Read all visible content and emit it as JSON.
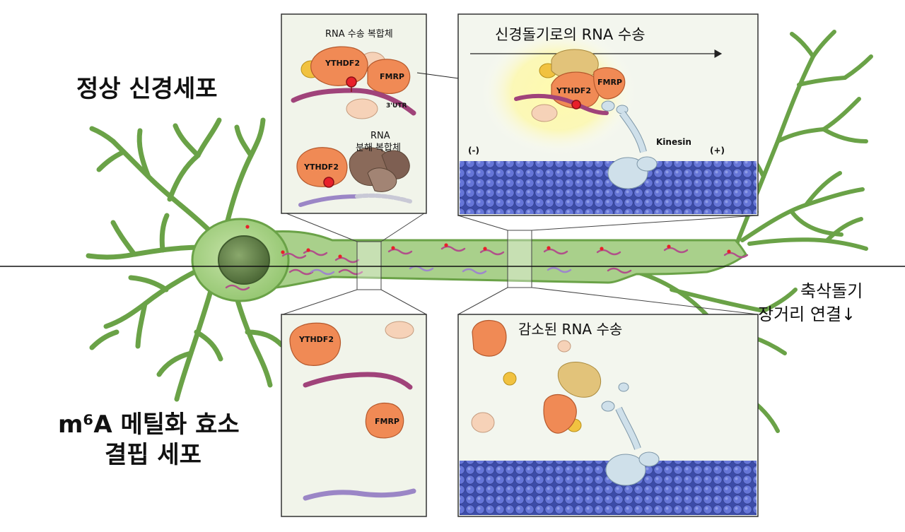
{
  "labels": {
    "normal_neuron": "정상 신경세포",
    "knockout_line1": "m⁶A 메틸화 효소",
    "knockout_line2": "결핍 세포",
    "axon_line1": "축삭돌기",
    "axon_line2": "장거리 연결↓"
  },
  "panel_top_left": {
    "transport_complex": "RNA 수송 복합체",
    "ythdf2": "YTHDF2",
    "fmrp": "FMRP",
    "utr": "3'UTR",
    "decay_line1": "RNA",
    "decay_line2": "분해 복합체",
    "ythdf2_b": "YTHDF2"
  },
  "panel_top_right": {
    "title": "신경돌기로의 RNA 수송",
    "ythdf2": "YTHDF2",
    "fmrp": "FMRP",
    "kinesin": "Kinesin",
    "minus": "(-)",
    "plus": "(+)"
  },
  "panel_bottom_left": {
    "ythdf2": "YTHDF2",
    "fmrp": "FMRP"
  },
  "panel_bottom_right": {
    "title": "감소된 RNA 수송"
  },
  "colors": {
    "neuron_fill": "#a8d08a",
    "neuron_stroke": "#5e9a3c",
    "nucleus": "#5d7a45",
    "protein_orange": "#f08a55",
    "protein_peach": "#f6d2b8",
    "protein_yellow": "#f1c240",
    "protein_tan": "#d9b45a",
    "decay_brown": "#8a6a5a",
    "rna_magenta": "#b0508a",
    "rna_purple": "#a48ac8",
    "microtubule": "#5a6ad0",
    "kinesin": "#cfe0ea",
    "glow": "#fff7a0",
    "panel_bg": "#f3f6ee"
  }
}
